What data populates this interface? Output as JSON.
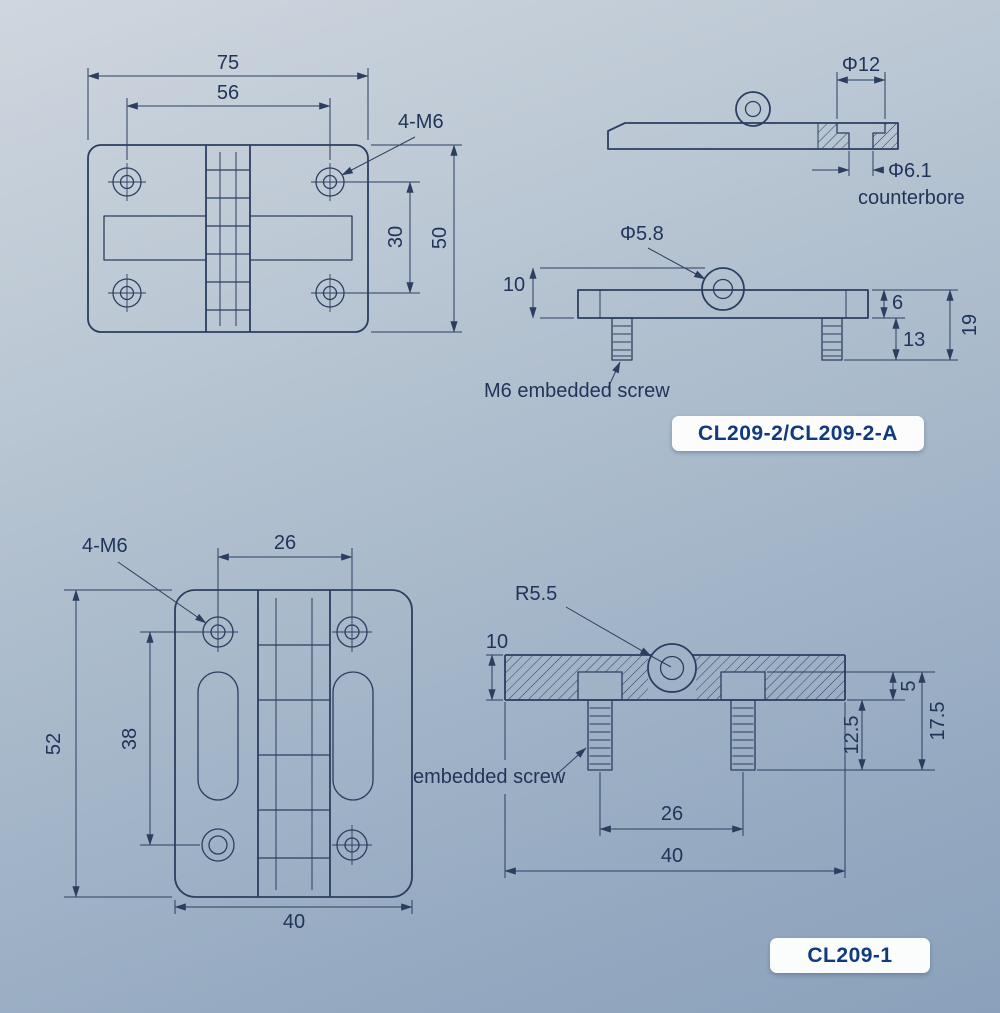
{
  "colors": {
    "line": "#2c3e60",
    "text": "#21345a",
    "badge_bg": "#ffffff",
    "badge_text": "#0f3a7d",
    "bg_top": "#cfd6de",
    "bg_bottom": "#8ba1bb"
  },
  "views": {
    "front_209_2": {
      "overall_width": "75",
      "hole_span": "56",
      "thread_callout": "4-M6",
      "hole_pitch": "30",
      "overall_height": "50"
    },
    "side_209_2_top": {
      "counterbore_dia": "Φ12",
      "hole_dia": "Φ6.1",
      "counterbore_label": "counterbore"
    },
    "side_209_2_bottom": {
      "pin_dia": "Φ5.8",
      "overall_height": "10",
      "plate_thickness": "6",
      "screw_length": "13",
      "total_height": "19",
      "screw_note": "M6 embedded screw"
    },
    "front_209_1": {
      "thread_callout": "4-M6",
      "hole_span": "26",
      "overall_height": "52",
      "hole_pitch": "38",
      "overall_width": "40"
    },
    "side_209_1": {
      "knuckle_radius": "R5.5",
      "plate_height": "10",
      "screw_note": "embedded screw",
      "head_depth": "5",
      "screw_proj": "12.5",
      "total_height": "17.5",
      "screw_span": "26",
      "overall_width": "40"
    }
  },
  "badges": {
    "top_model": "CL209-2/CL209-2-A",
    "bottom_model": "CL209-1"
  }
}
